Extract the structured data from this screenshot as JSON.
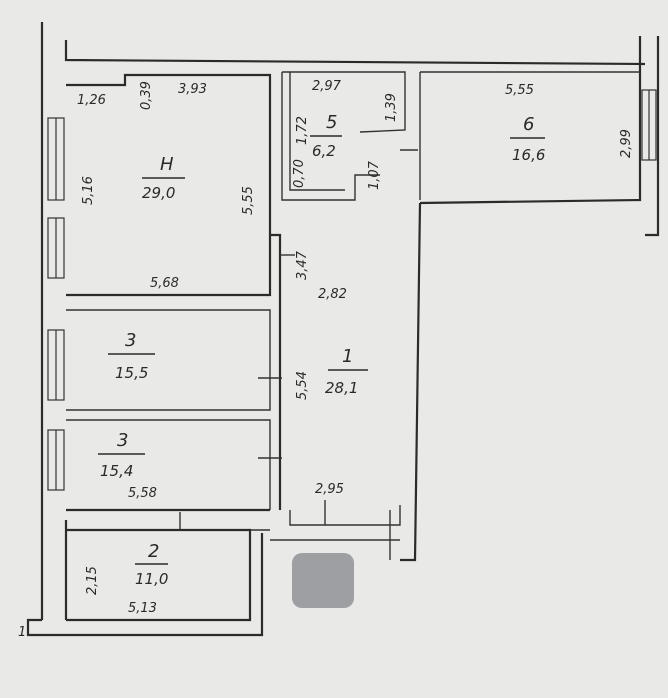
{
  "rooms": [
    {
      "id": "r4",
      "number": "Н",
      "area": "29,0"
    },
    {
      "id": "r5",
      "number": "5",
      "area": "6,2"
    },
    {
      "id": "r6",
      "number": "6",
      "area": "16,6"
    },
    {
      "id": "r1",
      "number": "1",
      "area": "28,1"
    },
    {
      "id": "r3a",
      "number": "3",
      "area": "15,5"
    },
    {
      "id": "r3b",
      "number": "3",
      "area": "15,4"
    },
    {
      "id": "r2",
      "number": "2",
      "area": "11,0"
    }
  ],
  "dimensions": {
    "d126": "1,26",
    "d039": "0,39",
    "d393": "3,93",
    "d516": "5,16",
    "d555a": "5,55",
    "d568": "5,68",
    "d297": "2,97",
    "d172": "1,72",
    "d070": "0,70",
    "d107": "1,07",
    "d139": "1,39",
    "d555b": "5,55",
    "d299": "2,99",
    "d347": "3,47",
    "d282": "2,82",
    "d554": "5,54",
    "d558": "5,58",
    "d295": "2,95",
    "d215": "2,15",
    "d513": "5,13",
    "d1": "1"
  },
  "redaction_color": "#9e9fa3"
}
